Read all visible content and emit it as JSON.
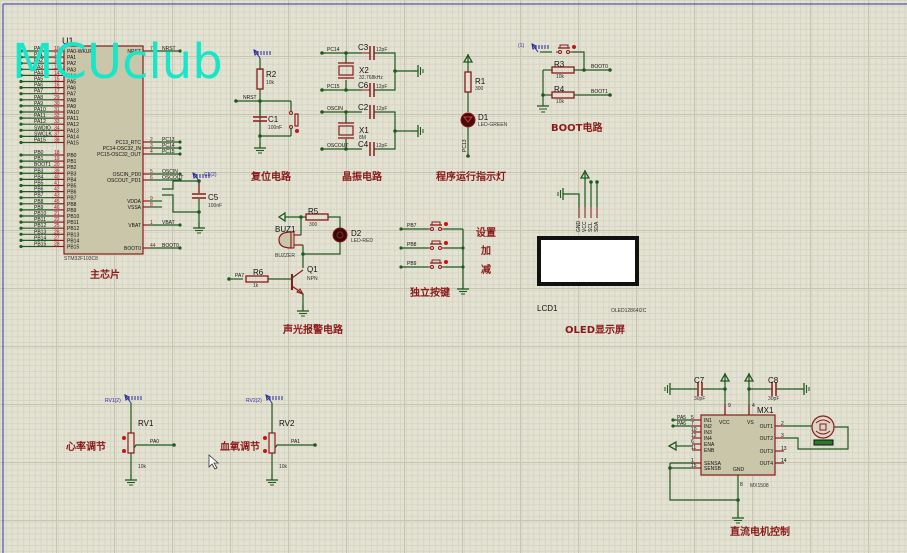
{
  "watermark": "MCUclub",
  "colors": {
    "wire": "#1f5a1f",
    "pin": "#8b1a1a",
    "part_fill": "#c9c6aa",
    "label": "#8b1a1a",
    "net": "#1a1a1a",
    "watermark": "#19e6c8",
    "border": "#3333aa"
  },
  "mcu": {
    "ref": "U1",
    "part": "STM32F103C8",
    "caption": "主芯片",
    "left_pins": [
      {
        "net": "PA0",
        "num": "10",
        "pin": "PA0-WKUP"
      },
      {
        "net": "PA1",
        "num": "11",
        "pin": "PA1"
      },
      {
        "net": "PA2",
        "num": "12",
        "pin": "PA2"
      },
      {
        "net": "PA3",
        "num": "13",
        "pin": "PA3"
      },
      {
        "net": "PA4",
        "num": "14",
        "pin": "PA4"
      },
      {
        "net": "PA5",
        "num": "15",
        "pin": "PA5"
      },
      {
        "net": "PA6",
        "num": "16",
        "pin": "PA6"
      },
      {
        "net": "PA7",
        "num": "17",
        "pin": "PA7"
      },
      {
        "net": "PA8",
        "num": "29",
        "pin": "PA8"
      },
      {
        "net": "PA9",
        "num": "30",
        "pin": "PA9"
      },
      {
        "net": "PA10",
        "num": "31",
        "pin": "PA10"
      },
      {
        "net": "PA11",
        "num": "32",
        "pin": "PA11"
      },
      {
        "net": "PA12",
        "num": "33",
        "pin": "PA12"
      },
      {
        "net": "SWDIO",
        "num": "34",
        "pin": "PA13"
      },
      {
        "net": "SWCLK",
        "num": "37",
        "pin": "PA14"
      },
      {
        "net": "PA15",
        "num": "38",
        "pin": "PA15"
      },
      {
        "net": "PB0",
        "num": "18",
        "pin": "PB0"
      },
      {
        "net": "PB1",
        "num": "19",
        "pin": "PB1"
      },
      {
        "net": "BOOT1",
        "num": "20",
        "pin": "PB2"
      },
      {
        "net": "PB3",
        "num": "39",
        "pin": "PB3"
      },
      {
        "net": "PB4",
        "num": "40",
        "pin": "PB4"
      },
      {
        "net": "PB5",
        "num": "41",
        "pin": "PB5"
      },
      {
        "net": "PB6",
        "num": "42",
        "pin": "PB6"
      },
      {
        "net": "PB7",
        "num": "43",
        "pin": "PB7"
      },
      {
        "net": "PB8",
        "num": "45",
        "pin": "PB8"
      },
      {
        "net": "PB9",
        "num": "46",
        "pin": "PB9"
      },
      {
        "net": "PB10",
        "num": "21",
        "pin": "PB10"
      },
      {
        "net": "PB11",
        "num": "22",
        "pin": "PB11"
      },
      {
        "net": "PB12",
        "num": "25",
        "pin": "PB12"
      },
      {
        "net": "PB13",
        "num": "26",
        "pin": "PB13"
      },
      {
        "net": "PB14",
        "num": "27",
        "pin": "PB14"
      },
      {
        "net": "PB15",
        "num": "28",
        "pin": "PB15"
      }
    ],
    "right_pins": [
      {
        "pin": "NRST",
        "num": "7",
        "net": "NRST"
      },
      {
        "pin": "PC13_RTC",
        "num": "2",
        "net": "PC13"
      },
      {
        "pin": "PC14-OSC32_IN",
        "num": "3",
        "net": "PC14"
      },
      {
        "pin": "PC15-OSC32_OUT",
        "num": "4",
        "net": "PC15"
      },
      {
        "pin": "OSCIN_PD0",
        "num": "5",
        "net": "OSCIN"
      },
      {
        "pin": "OSCOUT_PD1",
        "num": "6",
        "net": "OSCOUT"
      },
      {
        "pin": "VDDA",
        "num": "9",
        "net": ""
      },
      {
        "pin": "VSSA",
        "num": "8",
        "net": ""
      },
      {
        "pin": "VBAT",
        "num": "1",
        "net": "VBAT"
      },
      {
        "pin": "BOOT0",
        "num": "44",
        "net": "BOOT0"
      }
    ],
    "c5": {
      "ref": "C5",
      "value": "100nF",
      "probe": "C5(2)"
    }
  },
  "reset": {
    "caption": "复位电路",
    "r_ref": "R2",
    "r_val": "10k",
    "c_ref": "C1",
    "c_val": "100nF",
    "net": "NRST"
  },
  "crystal": {
    "caption": "晶振电路",
    "x2": {
      "ref": "X2",
      "val": "32.768kHz"
    },
    "x1": {
      "ref": "X1",
      "val": "8M"
    },
    "caps": [
      {
        "ref": "C3",
        "val": "12pF"
      },
      {
        "ref": "C6",
        "val": "12pF"
      },
      {
        "ref": "C2",
        "val": "12pF"
      },
      {
        "ref": "C4",
        "val": "12pF"
      }
    ],
    "nets": [
      "PC14",
      "PC15",
      "OSCIN",
      "OSCOUT"
    ]
  },
  "led": {
    "caption": "程序运行指示灯",
    "r_ref": "R1",
    "r_val": "300",
    "d_ref": "D1",
    "d_val": "LED-GREEN",
    "net": "PC13"
  },
  "boot": {
    "caption": "BOOT电路",
    "probe": "(1)",
    "r3": "R3",
    "r3v": "10k",
    "r4": "R4",
    "r4v": "10k",
    "net0": "BOOT0",
    "net1": "BOOT1"
  },
  "alarm": {
    "caption": "声光报警电路",
    "buz_ref": "BUZ1",
    "buz_val": "BUZZER",
    "r5": "R5",
    "r5v": "300",
    "d2": "D2",
    "d2v": "LED-RED",
    "r6": "R6",
    "r6v": "1k",
    "q1": "Q1",
    "q1v": "NPN",
    "net": "PA7"
  },
  "keys": {
    "caption": "独立按键",
    "nets": [
      "PB7",
      "PB8",
      "PB9"
    ],
    "labels": [
      "设置",
      "加",
      "减"
    ]
  },
  "oled": {
    "ref": "LCD1",
    "part": "OLED12864I2C",
    "caption": "OLED显示屏",
    "pins": [
      "GND",
      "VCC",
      "SCL",
      "SDA"
    ]
  },
  "rv1": {
    "ref": "RV1",
    "val": "10k",
    "probe": "RV1(2)",
    "net": "PA0",
    "caption": "心率调节"
  },
  "rv2": {
    "ref": "RV2",
    "val": "10k",
    "probe": "RV2(2)",
    "net": "PA1",
    "caption": "血氧调节"
  },
  "motor": {
    "caption": "直流电机控制",
    "ref": "MX1",
    "part": "MX1508",
    "c7": "C7",
    "c7v": "30pF",
    "c8": "C8",
    "c8v": "30pF",
    "left": [
      {
        "num": "5",
        "pin": "IN1",
        "net": "PA5"
      },
      {
        "num": "7",
        "pin": "IN2",
        "net": "PA6"
      },
      {
        "num": "10",
        "pin": "IN3",
        "net": ""
      },
      {
        "num": "12",
        "pin": "IN4",
        "net": ""
      },
      {
        "num": "6",
        "pin": "ENA",
        "net": ""
      },
      {
        "num": "11",
        "pin": "ENB",
        "net": ""
      },
      {
        "num": "1",
        "pin": "SENSA",
        "net": ""
      },
      {
        "num": "15",
        "pin": "SENSB",
        "net": ""
      }
    ],
    "right": [
      {
        "num": "2",
        "pin": "OUT1"
      },
      {
        "num": "3",
        "pin": "OUT2"
      },
      {
        "num": "13",
        "pin": "OUT3"
      },
      {
        "num": "14",
        "pin": "OUT4"
      }
    ],
    "top": [
      {
        "num": "9",
        "pin": "VCC"
      },
      {
        "num": "4",
        "pin": "VS"
      }
    ],
    "gnd": {
      "num": "8",
      "pin": "GND"
    }
  }
}
